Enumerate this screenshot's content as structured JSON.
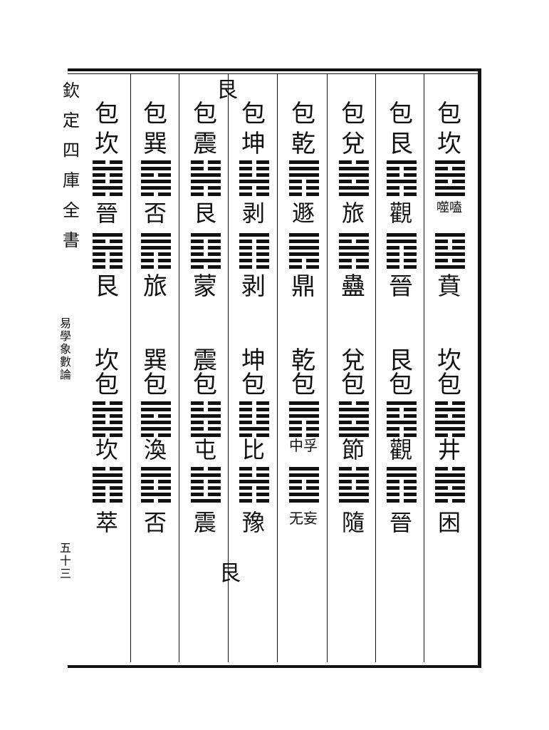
{
  "side_title": [
    "欽",
    "定",
    "四",
    "庫",
    "全",
    "書"
  ],
  "margin_book_title": "易學象數論",
  "margin_page_number": "五十三",
  "top_mark": "艮",
  "bottom_mark": "艮",
  "columns": [
    {
      "head": [
        "包",
        "坎"
      ],
      "a_label": "噬嗑",
      "a_after": "賁",
      "b_head": [
        "坎",
        "包"
      ],
      "b_mid": "井",
      "b_end": "困",
      "hex_a": [
        1,
        0,
        1,
        0,
        1,
        1
      ],
      "hex_a2": [
        1,
        0,
        0,
        1,
        0,
        1
      ],
      "hex_b": [
        0,
        1,
        0,
        1,
        1,
        0
      ],
      "hex_b2": [
        0,
        1,
        1,
        0,
        1,
        0
      ]
    },
    {
      "head": [
        "包",
        "艮"
      ],
      "a_label": "觀",
      "a_after": "晉",
      "b_head": [
        "艮",
        "包"
      ],
      "b_mid": "觀",
      "b_end": "晉",
      "hex_a": [
        1,
        0,
        0,
        1,
        0,
        0
      ],
      "hex_a2": [
        1,
        1,
        0,
        0,
        0,
        0
      ],
      "hex_b": [
        1,
        0,
        0,
        1,
        0,
        0
      ],
      "hex_b2": [
        1,
        1,
        0,
        0,
        0,
        0
      ]
    },
    {
      "head": [
        "包",
        "兌"
      ],
      "a_label": "旅",
      "a_after": "蠱",
      "b_head": [
        "兌",
        "包"
      ],
      "b_mid": "節",
      "b_end": "隨",
      "hex_a": [
        0,
        1,
        1,
        0,
        1,
        1
      ],
      "hex_a2": [
        1,
        0,
        1,
        1,
        0,
        0
      ],
      "hex_b": [
        0,
        1,
        1,
        0,
        1,
        1
      ],
      "hex_b2": [
        0,
        1,
        0,
        0,
        1,
        1
      ]
    },
    {
      "head": [
        "包",
        "乾"
      ],
      "a_label": "遯",
      "a_after": "鼎",
      "b_head": [
        "乾",
        "包"
      ],
      "b_mid": "中孚",
      "b_end": "无妄",
      "hex_a": [
        1,
        1,
        1,
        0,
        0,
        0
      ],
      "hex_a2": [
        1,
        1,
        1,
        1,
        0,
        0
      ],
      "hex_b": [
        1,
        1,
        1,
        0,
        0,
        0
      ],
      "hex_b2": [
        1,
        1,
        0,
        0,
        1,
        1
      ]
    },
    {
      "head": [
        "包",
        "坤"
      ],
      "a_label": "剥",
      "a_after": "剥",
      "b_head": [
        "坤",
        "包"
      ],
      "b_mid": "比",
      "b_end": "豫",
      "hex_a": [
        0,
        0,
        0,
        1,
        0,
        0
      ],
      "hex_a2": [
        1,
        0,
        0,
        0,
        0,
        0
      ],
      "hex_b": [
        0,
        0,
        0,
        0,
        1,
        0
      ],
      "hex_b2": [
        0,
        0,
        1,
        0,
        0,
        0
      ]
    },
    {
      "head": [
        "包",
        "震"
      ],
      "a_label": "艮",
      "a_after": "蒙",
      "b_head": [
        "震",
        "包"
      ],
      "b_mid": "屯",
      "b_end": "震",
      "hex_a": [
        0,
        0,
        1,
        1,
        0,
        0
      ],
      "hex_a2": [
        1,
        0,
        0,
        0,
        1,
        0
      ],
      "hex_b": [
        0,
        0,
        1,
        0,
        0,
        1
      ],
      "hex_b2": [
        0,
        1,
        0,
        0,
        0,
        1
      ]
    },
    {
      "head": [
        "包",
        "巽"
      ],
      "a_label": "否",
      "a_after": "旅",
      "b_head": [
        "巽",
        "包"
      ],
      "b_mid": "渙",
      "b_end": "否",
      "hex_a": [
        1,
        1,
        0,
        1,
        1,
        0
      ],
      "hex_a2": [
        1,
        1,
        1,
        0,
        0,
        0
      ],
      "hex_b": [
        1,
        1,
        0,
        1,
        1,
        0
      ],
      "hex_b2": [
        1,
        1,
        0,
        0,
        1,
        0
      ]
    },
    {
      "head": [
        "包",
        "坎"
      ],
      "a_label": "晉",
      "a_after": "艮",
      "b_head": [
        "坎",
        "包"
      ],
      "b_mid": "坎",
      "b_end": "萃",
      "hex_a": [
        0,
        1,
        0,
        0,
        1,
        0
      ],
      "hex_a2": [
        1,
        0,
        1,
        0,
        0,
        0
      ],
      "hex_b": [
        0,
        1,
        0,
        0,
        1,
        0
      ],
      "hex_b2": [
        0,
        1,
        1,
        0,
        0,
        0
      ]
    }
  ]
}
